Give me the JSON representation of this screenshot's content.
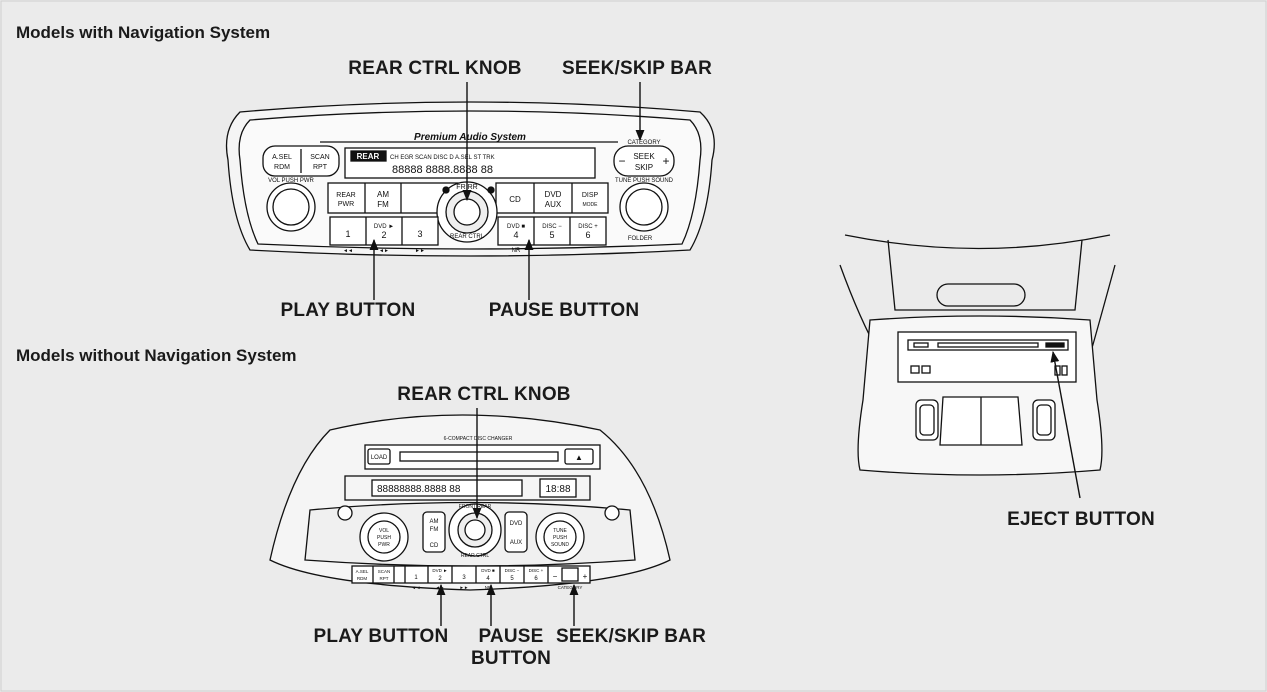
{
  "headings": {
    "with_nav": "Models with Navigation System",
    "without_nav": "Models without Navigation System"
  },
  "callouts": {
    "nav_rear_ctrl_knob": "REAR CTRL KNOB",
    "nav_seek_skip_bar": "SEEK/SKIP BAR",
    "nav_play_button": "PLAY BUTTON",
    "nav_pause_button": "PAUSE BUTTON",
    "std_rear_ctrl_knob": "REAR CTRL KNOB",
    "std_play_button": "PLAY BUTTON",
    "std_pause_button_line1": "PAUSE",
    "std_pause_button_line2": "BUTTON",
    "std_seek_skip_bar": "SEEK/SKIP BAR",
    "eject_button": "EJECT BUTTON"
  },
  "nav_unit": {
    "brand": "Premium Audio System",
    "display_rear": "REAR",
    "display_modes": "CH EGR  SCAN  DISC  D  A.SEL  ST  TRK",
    "digits": "88888 8888.8888 88",
    "btn_asel": "A.SEL",
    "btn_rdm": "RDM",
    "btn_scan": "SCAN",
    "btn_rpt": "RPT",
    "vol_label": "VOL PUSH PWR",
    "tune_label": "TUNE PUSH SOUND",
    "category": "CATEGORY",
    "seek_line1": "SEEK",
    "seek_line2": "SKIP",
    "minus": "−",
    "plus": "+",
    "rear_pwr_1": "REAR",
    "rear_pwr_2": "PWR",
    "am": "AM",
    "fm": "FM",
    "cd": "CD",
    "dvd": "DVD",
    "aux": "AUX",
    "disp": "DISP",
    "mode": "MODE",
    "knob_top": "FR  RR",
    "knob_bottom": "REAR CTRL",
    "folder": "FOLDER",
    "p1": "1",
    "p2_top": "DVD ►",
    "p2": "2",
    "p3": "3",
    "p4_top": "DVD ■",
    "p4": "4",
    "p5_top": "DISC −",
    "p5": "5",
    "p6_top": "DISC +",
    "p6": "6",
    "rew": "◄◄",
    "play_sym": "◄►",
    "ff": "►►",
    "nr": "NR"
  },
  "std_unit": {
    "banner": "6-COMPACT DISC CHANGER",
    "load": "LOAD",
    "eject_sym": "▲",
    "clock": "18:88",
    "digits": "88888888.8888 88",
    "vol": "VOL",
    "push": "PUSH",
    "pwr": "PWR",
    "tune": "TUNE",
    "sound": "SOUND",
    "am": "AM",
    "fm": "FM",
    "cd": "CD",
    "dvd": "DVD",
    "aux": "AUX",
    "knob_top": "FRONT  REAR",
    "knob_bottom": "REAR CTRL",
    "asel": "A.SEL",
    "rdm": "RDM",
    "scan": "SCAN",
    "rpt": "RPT",
    "p1": "1",
    "p2": "2",
    "p3": "3",
    "p4": "4",
    "p5": "5",
    "p6": "6",
    "dvd_play": "DVD ►",
    "dvd_stop": "DVD ■",
    "disc_minus": "DISC −",
    "disc_plus": "DISC +",
    "minus": "−",
    "plus": "+",
    "category": "CATEGORY",
    "nr": "NR",
    "rew": "◄◄",
    "play_sym": "◄►",
    "ff": "►►"
  }
}
